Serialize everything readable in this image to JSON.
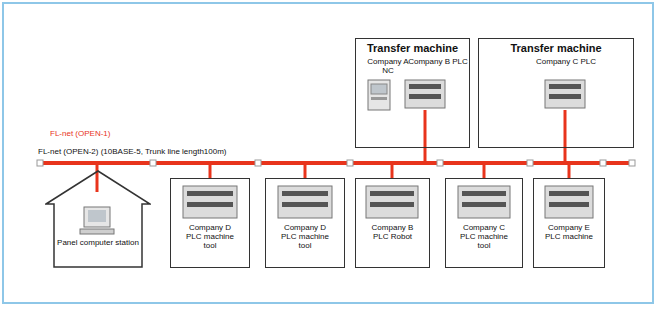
{
  "diagram": {
    "nodes": [
      {
        "text": [
          "Transfer machine"
        ]
      },
      {
        "text": [
          "Company A NC"
        ],
        "in": 0
      },
      {
        "text": [
          "Company B PLC"
        ],
        "in": 0
      },
      {
        "text": [
          "Transfer machine"
        ]
      },
      {
        "text": [
          "Company C PLC"
        ],
        "in": 3
      },
      {
        "text": [
          "Panel computer station"
        ]
      },
      {
        "text": [
          "Company D PLC machine tool"
        ]
      },
      {
        "text": [
          "Company D PLC machine tool"
        ]
      },
      {
        "text": [
          "Company B PLC Robot"
        ]
      },
      {
        "text": [
          "Company C PLC machine tool"
        ]
      },
      {
        "text": [
          "Company E PLC machine"
        ]
      }
    ],
    "labels": [
      "FL-net (OPEN-1)",
      "FL-net (OPEN-2) (10BASE-5, Trunk line length100m)"
    ]
  }
}
